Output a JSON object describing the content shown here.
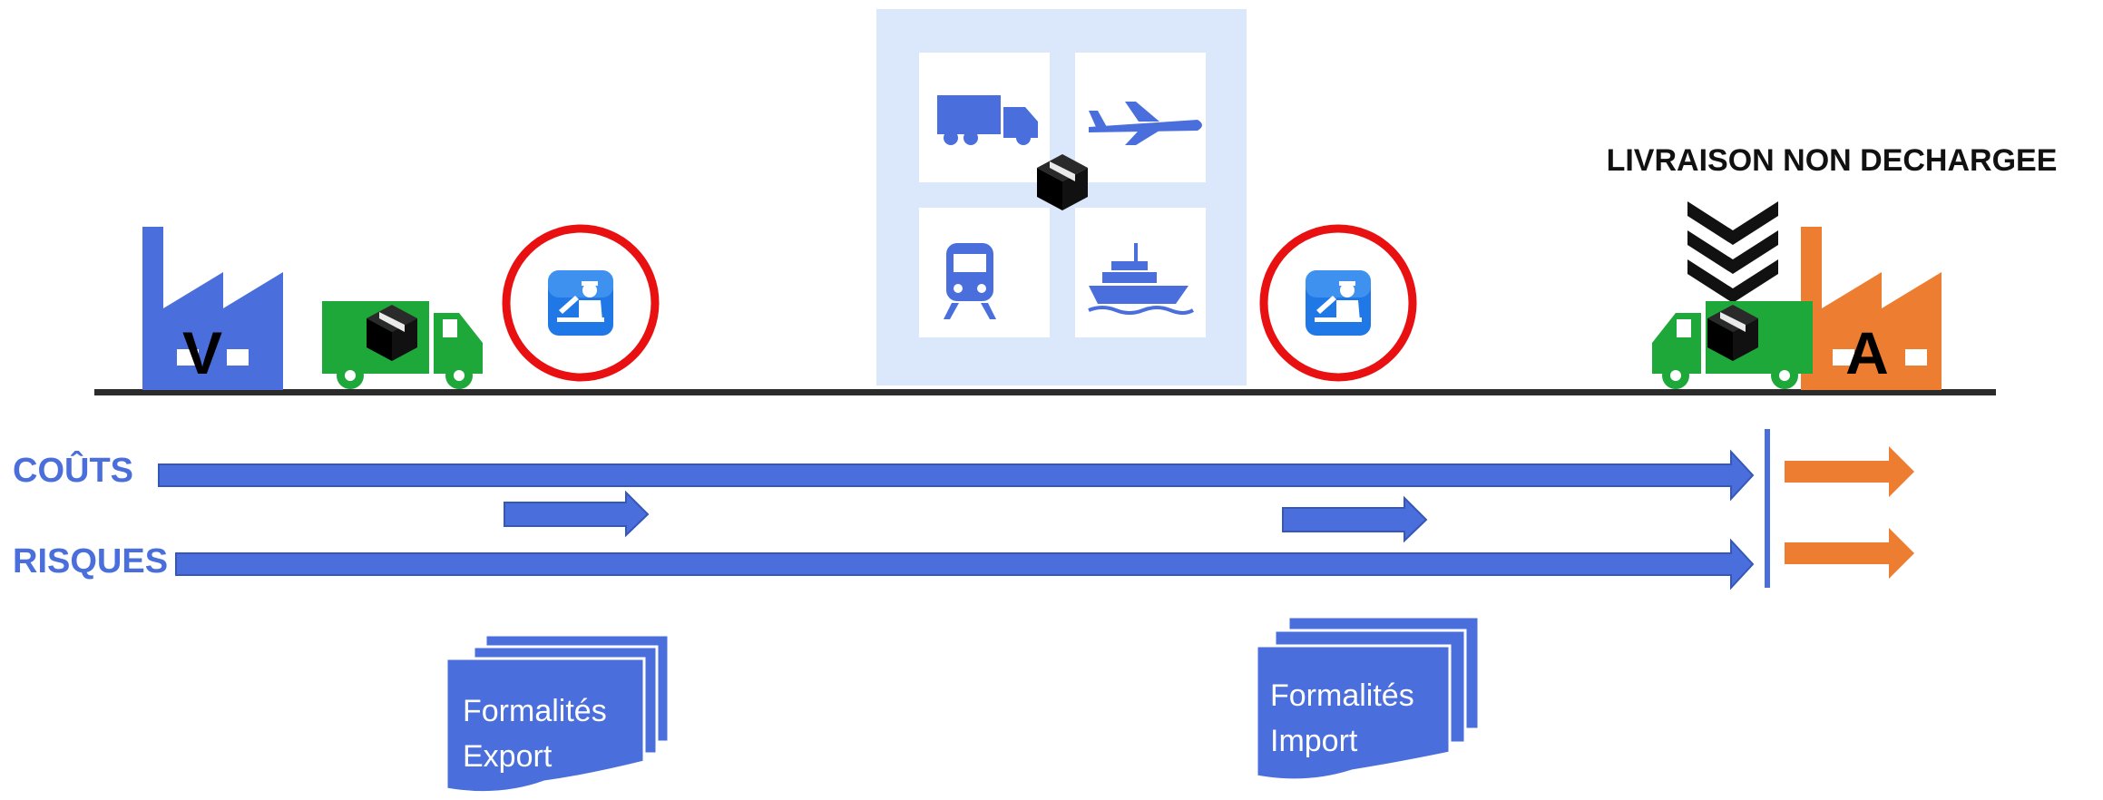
{
  "diagram": {
    "title": "LIVRAISON NON DECHARGEE",
    "seller_letter": "V",
    "buyer_letter": "A",
    "rows": {
      "costs_label": "COÛTS",
      "risks_label": "RISQUES"
    },
    "documents": {
      "export_line1": "Formalités",
      "export_line2": "Export",
      "import_line1": "Formalités",
      "import_line2": "Import"
    },
    "colors": {
      "arrow_blue": "#4a6fdc",
      "buyer_orange": "#ed7d31",
      "seller_blue": "#4a6fdc",
      "truck_green": "#1ea83a",
      "customs_circle": "#e81010",
      "transport_panel": "#dbe8fb"
    },
    "icons": {
      "seller_factory": "factory-icon",
      "buyer_factory": "factory-icon",
      "customs": "customs-officer-icon",
      "transport": [
        "truck-icon",
        "airplane-icon",
        "train-icon",
        "ship-icon"
      ],
      "package": "package-icon",
      "unload_marker": "chevron-down-icon"
    }
  }
}
